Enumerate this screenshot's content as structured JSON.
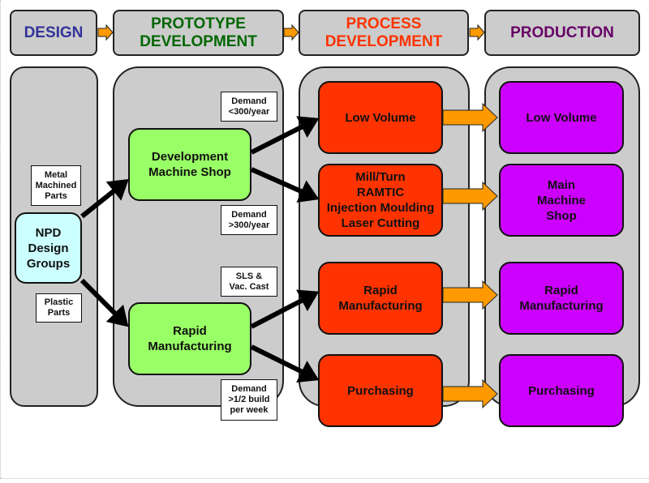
{
  "headers": [
    {
      "label": "DESIGN",
      "color": "#333399"
    },
    {
      "label": "PROTOTYPE\nDEVELOPMENT",
      "color": "#006600"
    },
    {
      "label": "PROCESS\nDEVELOPMENT",
      "color": "#ff3300"
    },
    {
      "label": "PRODUCTION",
      "color": "#660066"
    }
  ],
  "design": {
    "node": "NPD\nDesign\nGroups",
    "notes": {
      "metal": "Metal\nMachined\nParts",
      "plastic": "Plastic\nParts"
    }
  },
  "prototype": {
    "nodes": {
      "machine_shop": "Development\nMachine Shop",
      "rapid": "Rapid\nManufacturing"
    },
    "notes": {
      "demand_low": "Demand\n<300/year",
      "demand_high": "Demand\n>300/year",
      "sls": "SLS &\nVac. Cast",
      "demand_build": "Demand\n>1/2 build\nper week"
    }
  },
  "process": {
    "nodes": {
      "low_volume": "Low Volume",
      "mill_turn": "Mill/Turn\nRAMTIC\nInjection Moulding\nLaser Cutting",
      "rapid": "Rapid\nManufacturing",
      "purchasing": "Purchasing"
    }
  },
  "production": {
    "nodes": {
      "low_volume": "Low Volume",
      "main_shop": "Main\nMachine\nShop",
      "rapid": "Rapid\nManufacturing",
      "purchasing": "Purchasing"
    }
  },
  "colors": {
    "column_bg": "#cccccc",
    "design_node": "#ccffff",
    "prototype_node": "#99ff66",
    "process_node": "#ff3300",
    "production_node": "#cc00ff",
    "flow_arrow": "#ff9900"
  }
}
